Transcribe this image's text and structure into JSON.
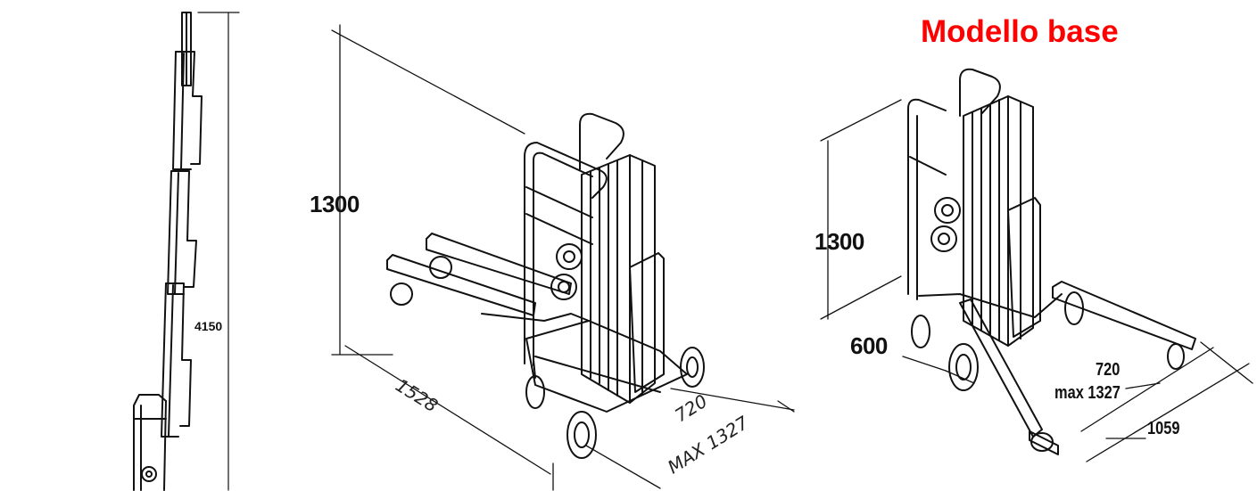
{
  "title": "Modello base",
  "title_color": "#ff0000",
  "views": {
    "extended": {
      "height": "4150"
    },
    "transport": {
      "height": "1300",
      "length": "1528",
      "width": "720",
      "width_max": "MAX 1327"
    },
    "base": {
      "height": "1300",
      "depth": "600",
      "width": "720",
      "width_max": "max 1327",
      "length": "1059"
    }
  }
}
